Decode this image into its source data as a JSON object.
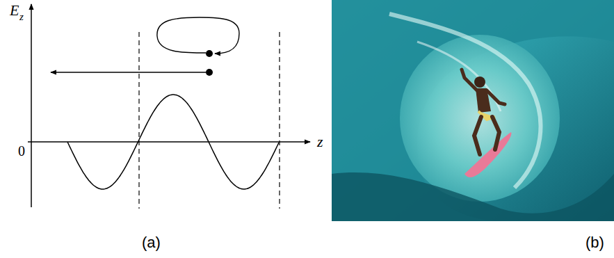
{
  "diagram": {
    "labels": [
      "E",
      "z",
      "z",
      "0",
      "(a)",
      "(b)"
    ]
  }
}
